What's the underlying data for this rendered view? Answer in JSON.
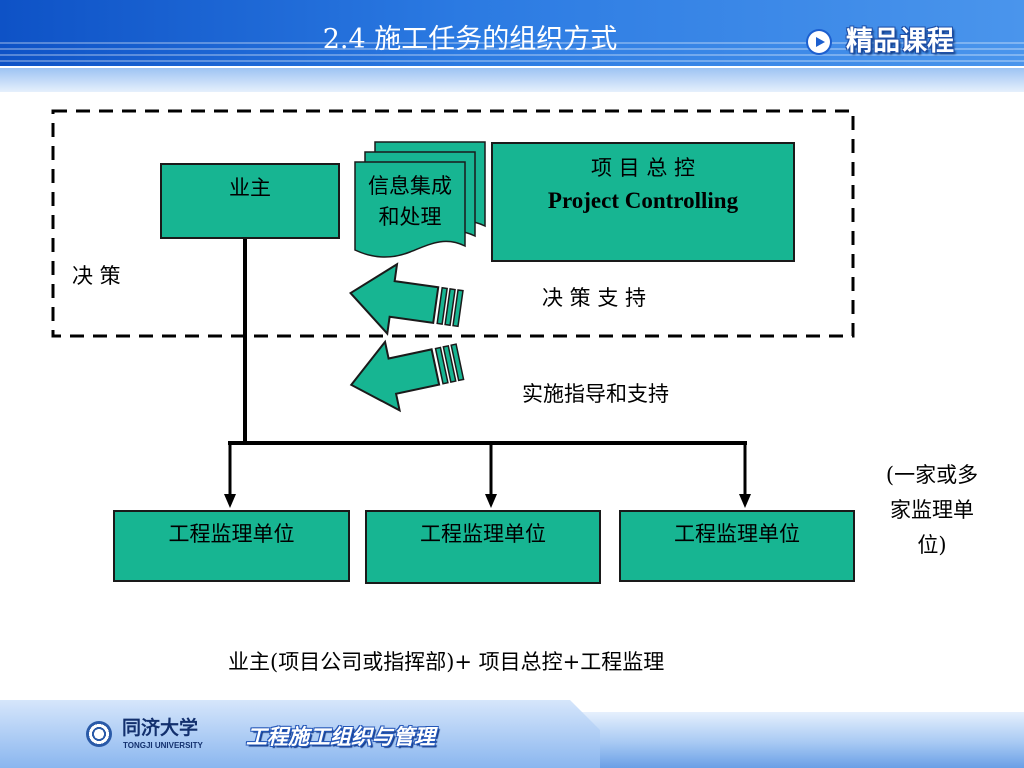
{
  "header": {
    "title": "2.4 施工任务的组织方式",
    "logo_text": "精品课程"
  },
  "diagram": {
    "owner": "业主",
    "info_processing": {
      "lines": [
        "信息集成",
        "和处理"
      ]
    },
    "project_controlling": {
      "cn": "项 目 总 控",
      "en": "Project Controlling"
    },
    "decision_label": "决 策",
    "decision_support_label": "决 策 支 持",
    "implementation_label": "实施指导和支持",
    "supervisors": [
      "工程监理单位",
      "工程监理单位",
      "工程监理单位"
    ],
    "supervisor_note": [
      "(一家或多",
      "家监理单",
      "位)"
    ],
    "formula": "业主(项目公司或指挥部)+ 项目总控+工程监理"
  },
  "footer": {
    "university_cn": "同济大学",
    "university_en": "TONGJI UNIVERSITY",
    "course": "工程施工组织与管理"
  },
  "colors": {
    "box_fill": "#17b592",
    "header_blue": "#2b7ae2",
    "lines": "#000000"
  },
  "icons": {
    "logo": "play-circle-icon",
    "university": "university-seal-icon",
    "feedback_arrows": "block-arrow-left-icon"
  }
}
